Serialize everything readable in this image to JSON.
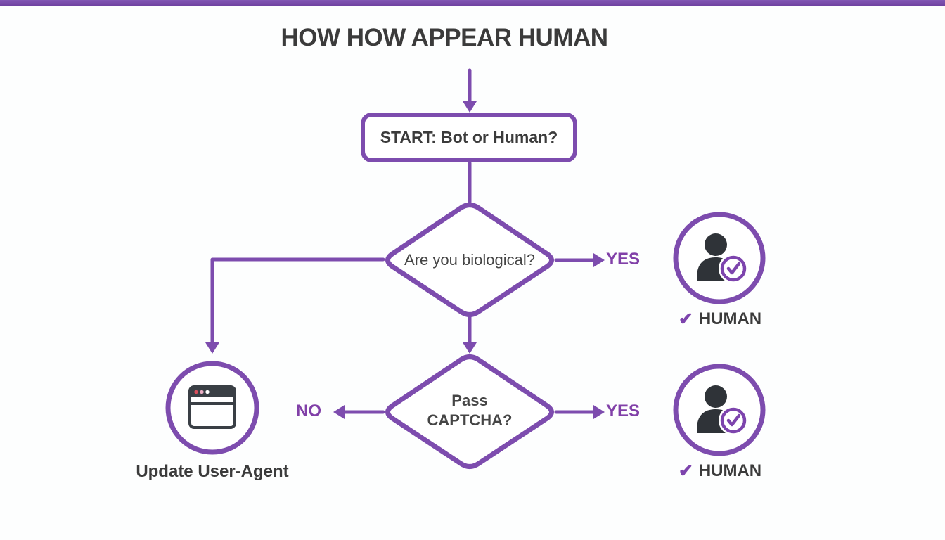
{
  "title": "HOW HOW APPEAR HUMAN",
  "colors": {
    "accent_purple": "#7d4cae",
    "label_purple": "#8140a8",
    "text_dark": "#3b3b3b",
    "icon_dark": "#2f3338"
  },
  "flow": {
    "start_label": "START: Bot or Human?",
    "decision_biological": "Are you biological?",
    "decision_captcha": {
      "line1": "Pass",
      "line2": "CAPTCHA?"
    },
    "branch_yes": "YES",
    "branch_no": "NO",
    "outcome_human": {
      "check": "✔",
      "label": "HUMAN"
    },
    "action_update_user_agent": "Update User-Agent"
  },
  "icons": {
    "human_outcome": "person-check-icon",
    "update_agent_action": "browser-window-icon"
  }
}
